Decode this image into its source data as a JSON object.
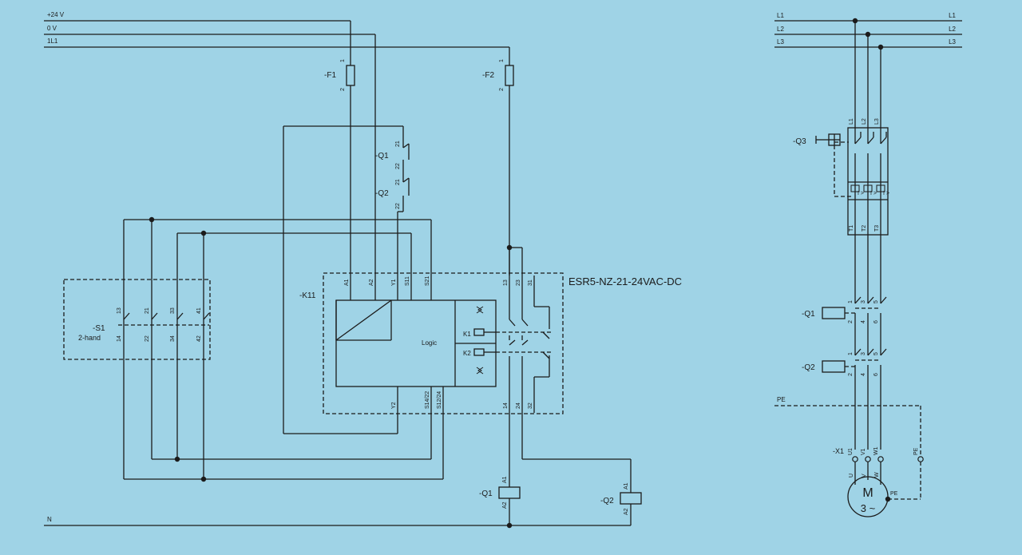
{
  "bus": {
    "p24": "+24 V",
    "zero": "0 V",
    "l1l1": "1L1",
    "n": "N"
  },
  "fuses": {
    "f1": "-F1",
    "f2": "-F2",
    "pin1": "1",
    "pin2": "2"
  },
  "q1": {
    "label": "-Q1",
    "pin21": "21",
    "pin22": "22"
  },
  "q2": {
    "label": "-Q2",
    "pin21": "21",
    "pin22": "22"
  },
  "s1": {
    "label": "-S1",
    "sub": "2-hand",
    "pins": [
      "13",
      "14",
      "21",
      "22",
      "33",
      "34",
      "41",
      "42"
    ]
  },
  "relay": {
    "label": "-K11",
    "model": "ESR5-NZ-21-24VAC-DC",
    "top_pins": [
      "A1",
      "A2",
      "Y1",
      "S11",
      "S21",
      "13",
      "23",
      "31"
    ],
    "bottom_pins": [
      "Y2",
      "S14/22",
      "S12/24",
      "14",
      "24",
      "32"
    ],
    "logic": "Logic",
    "k1": "K1",
    "k2": "K2"
  },
  "coils": {
    "q1": "-Q1",
    "q2": "-Q2",
    "a1": "A1",
    "a2": "A2"
  },
  "three_phase": {
    "left": [
      "L1",
      "L2",
      "L3"
    ],
    "right": [
      "L1",
      "L2",
      "L3"
    ],
    "pe": "PE",
    "q3": "-Q3",
    "q3_top": [
      "L1",
      "L2",
      "L3"
    ],
    "q3_bottom": [
      "T1",
      "T2",
      "T3"
    ],
    "trip": "I >",
    "q1": "-Q1",
    "q2": "-Q2",
    "contact_top": [
      "1",
      "3",
      "5"
    ],
    "contact_bottom": [
      "2",
      "4",
      "6"
    ],
    "terminal": "-X1",
    "terminals": [
      "U1",
      "V1",
      "W1",
      "PE"
    ],
    "motor_terms": [
      "U",
      "V",
      "W"
    ],
    "motor_pe": "PE",
    "motor_m": "M",
    "motor_3": "3 ~"
  }
}
